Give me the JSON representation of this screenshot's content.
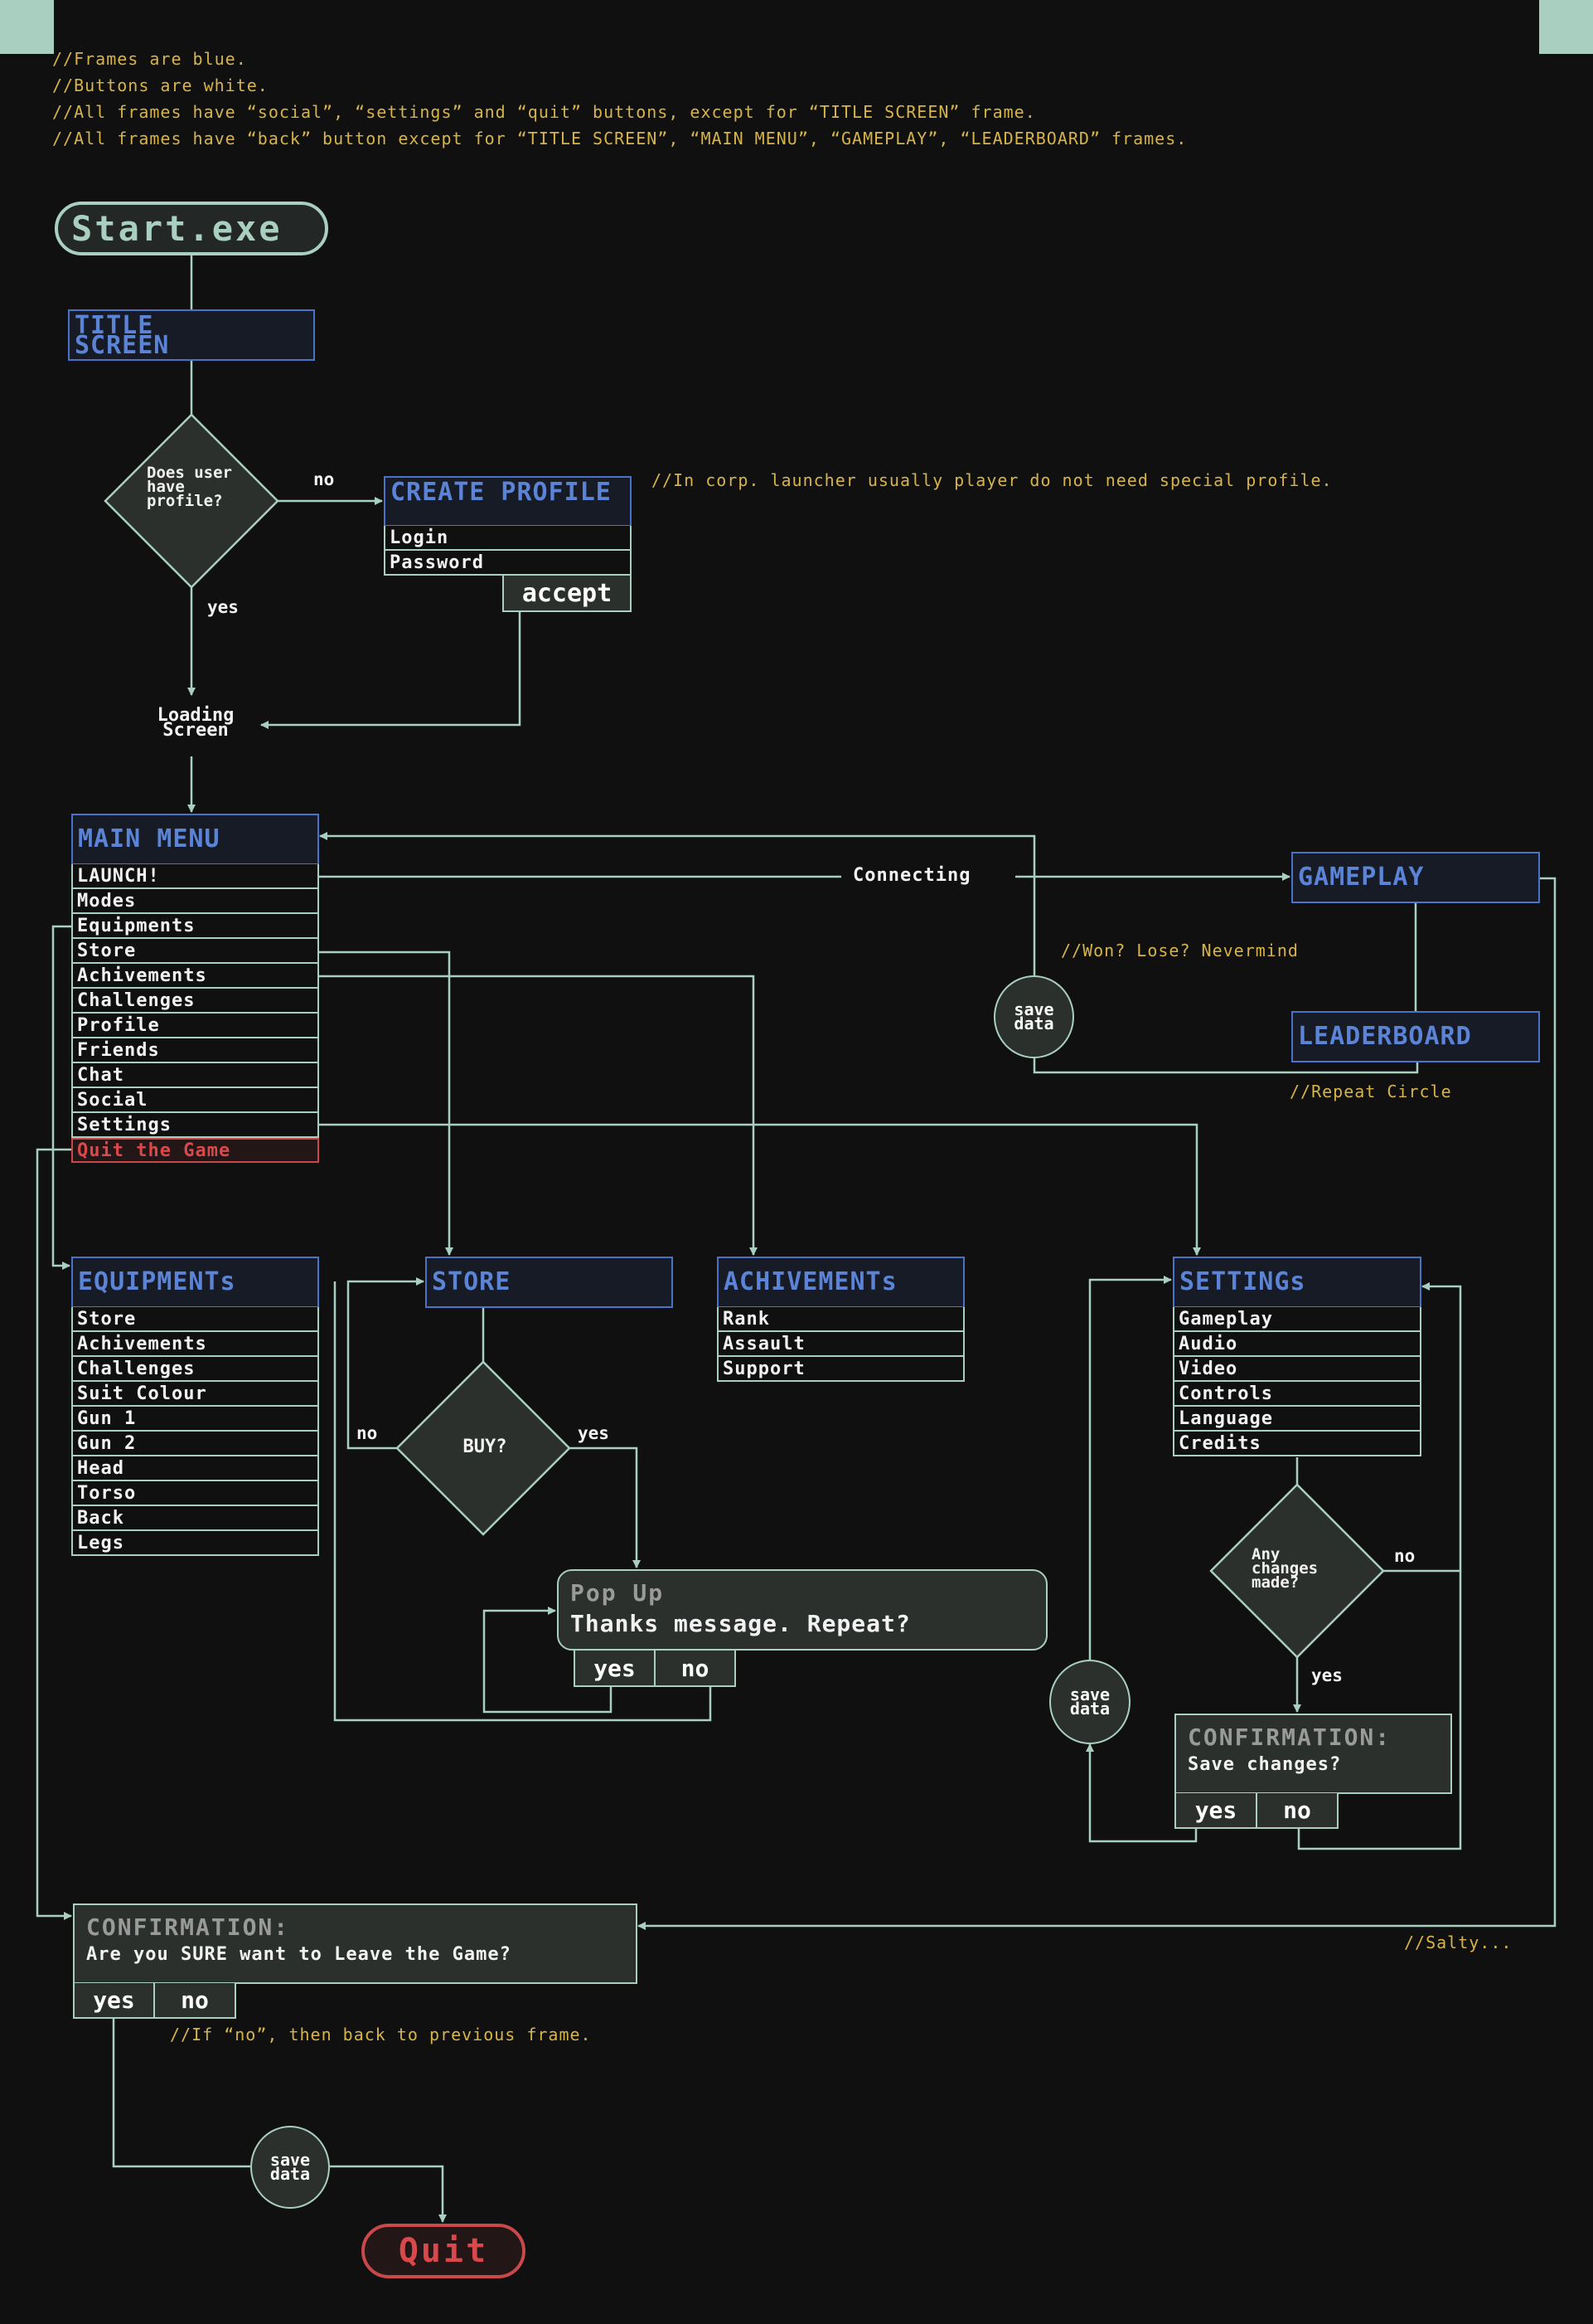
{
  "notes": {
    "frames": "//Frames are blue.",
    "buttons": "//Buttons are white.",
    "social": "//All frames have “social”, “settings” and “quit” buttons, except for “TITLE SCREEN” frame.",
    "back": "//All frames have “back” button except for “TITLE SCREEN”, “MAIN MENU”, “GAMEPLAY”, “LEADERBOARD” frames.",
    "corp": "//In corp. launcher usually player do not need special profile.",
    "won": "//Won? Lose? Nevermind",
    "repeat": "//Repeat Circle",
    "salty": "//Salty...",
    "if_no": "//If “no”, then back to previous frame."
  },
  "start": "Start.exe",
  "quit_terminal": "Quit",
  "title_screen": "TITLE\nSCREEN",
  "profile_decision": {
    "question": "Does user have profile?",
    "no": "no",
    "yes": "yes"
  },
  "create_profile": {
    "title": "CREATE PROFILE",
    "fields": [
      "Login",
      "Password"
    ],
    "accept": "accept"
  },
  "loading_screen": "Loading Screen",
  "main_menu": {
    "title": "MAIN MENU",
    "items": [
      "LAUNCH!",
      "Modes",
      "Equipments",
      "Store",
      "Achivements",
      "Challenges",
      "Profile",
      "Friends",
      "Chat",
      "Social",
      "Settings"
    ],
    "quit": "Quit the Game"
  },
  "connecting": "Connecting",
  "gameplay": "GAMEPLAY",
  "leaderboard": "LEADERBOARD",
  "save_data": "save data",
  "equipments": {
    "title": "EQUIPMENTs",
    "items": [
      "Store",
      "Achivements",
      "Challenges",
      "Suit Colour",
      "Gun 1",
      "Gun 2",
      "Head",
      "Torso",
      "Back",
      "Legs"
    ]
  },
  "store": {
    "title": "STORE"
  },
  "buy_decision": {
    "question": "BUY?",
    "no": "no",
    "yes": "yes"
  },
  "popup": {
    "title": "Pop Up",
    "message": "Thanks message. Repeat?",
    "yes": "yes",
    "no": "no"
  },
  "achievements": {
    "title": "ACHIVEMENTs",
    "items": [
      "Rank",
      "Assault",
      "Support"
    ]
  },
  "settings": {
    "title": "SETTINGs",
    "items": [
      "Gameplay",
      "Audio",
      "Video",
      "Controls",
      "Language",
      "Credits"
    ]
  },
  "changes_decision": {
    "question": "Any changes made?",
    "no": "no",
    "yes": "yes"
  },
  "confirm_settings": {
    "title": "CONFIRMATION:",
    "message": "Save changes?",
    "yes": "yes",
    "no": "no"
  },
  "confirm_quit": {
    "title": "CONFIRMATION:",
    "message": "Are you SURE want to Leave the Game?",
    "yes": "yes",
    "no": "no"
  },
  "colors": {
    "background": "#101010",
    "line": "#a9cfc0",
    "frame_blue": "#5b83d6",
    "note_yellow": "#d6b44a",
    "quit_red": "#d9484a",
    "node_fill": "#2c302d"
  }
}
